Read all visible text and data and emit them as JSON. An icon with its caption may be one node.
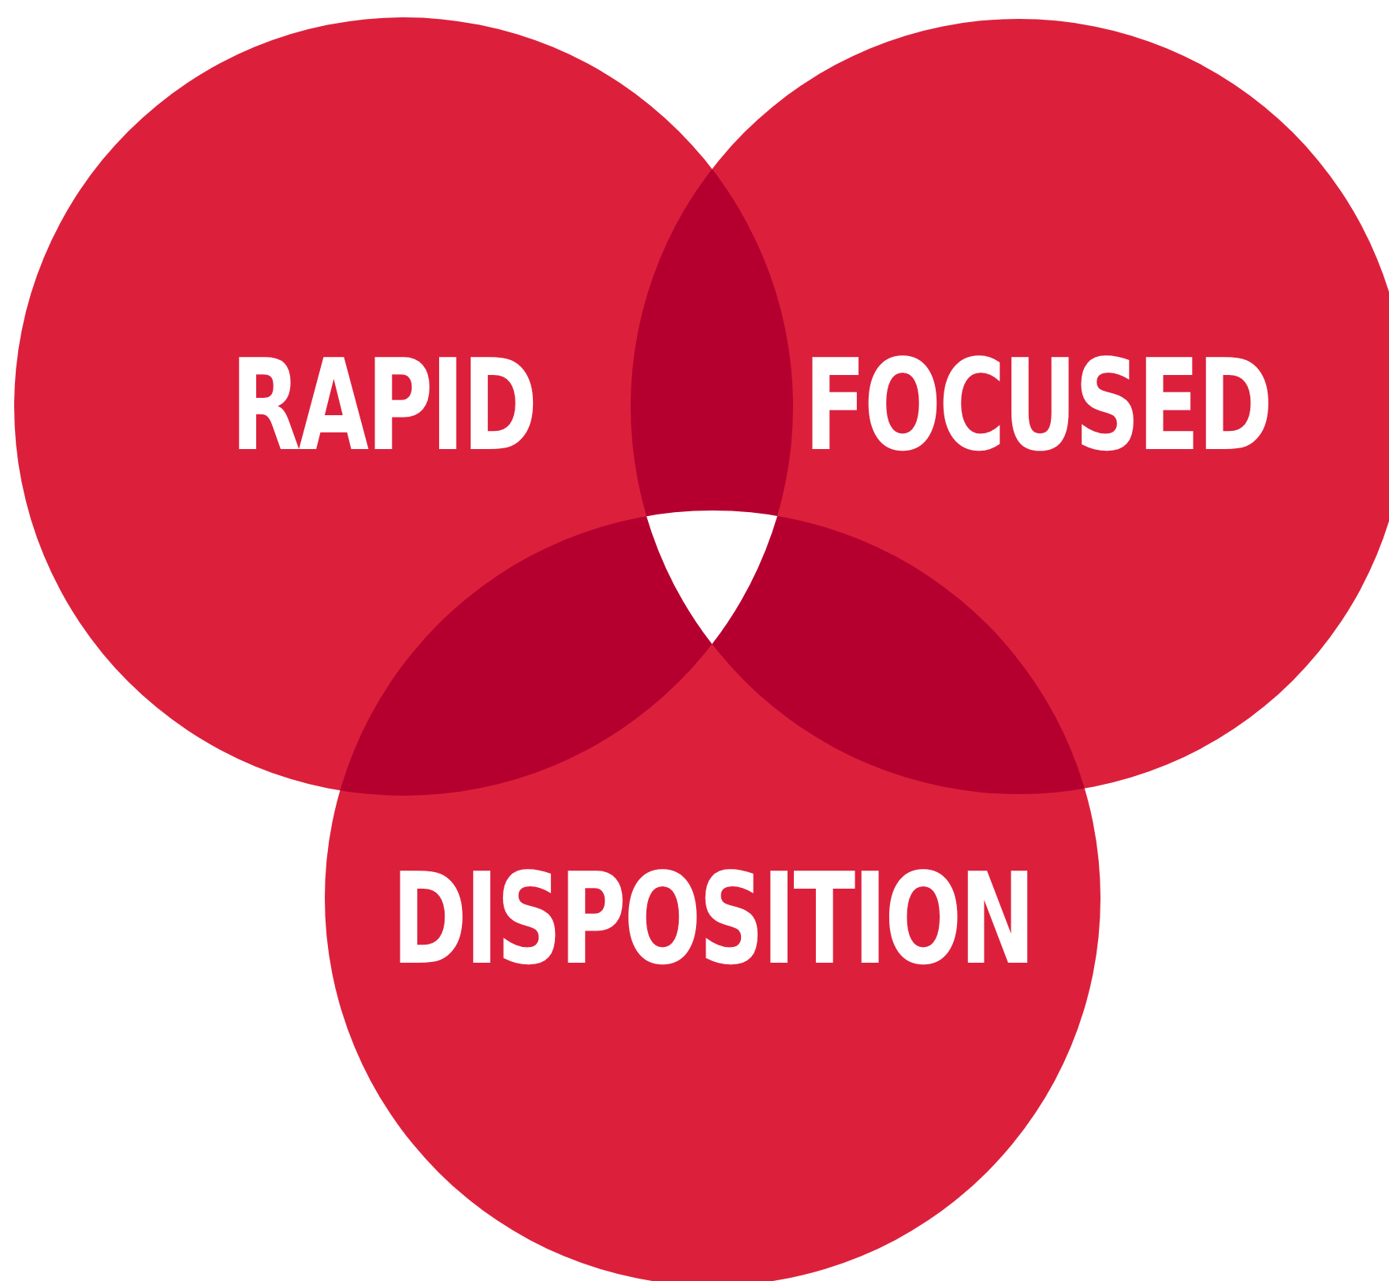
{
  "diagram": {
    "nodes": [
      {
        "text": [
          "RAPID"
        ]
      },
      {
        "text": [
          "FOCUSED"
        ]
      },
      {
        "text": [
          "DISPOSITION"
        ]
      }
    ]
  }
}
